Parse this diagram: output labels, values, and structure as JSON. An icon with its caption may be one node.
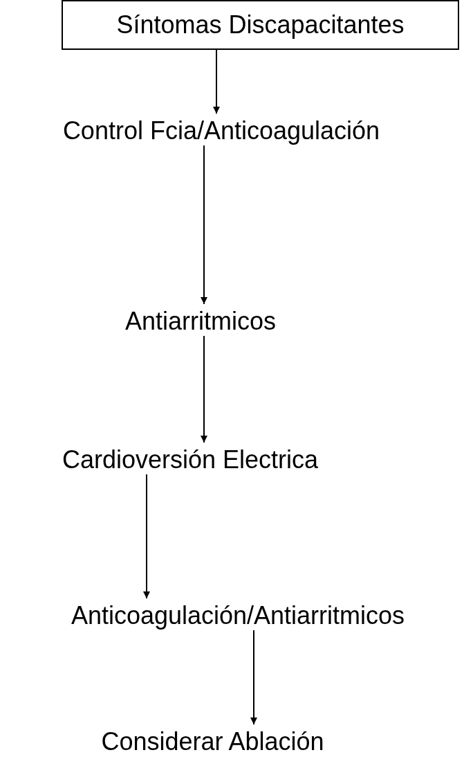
{
  "diagram": {
    "nodes": [
      {
        "text": [
          "Síntomas Discapacitantes"
        ]
      },
      {
        "text": [
          "Control Fcia/Anticoagulación"
        ]
      },
      {
        "text": [
          "Antiarritmicos"
        ]
      },
      {
        "text": [
          "Cardioversión Electrica"
        ]
      },
      {
        "text": [
          "Anticoagulación/Antiarritmicos"
        ]
      },
      {
        "text": [
          "Considerar Ablación"
        ]
      }
    ],
    "edges": [
      {
        "from": 0,
        "to": 1,
        "arrow": "to"
      },
      {
        "from": 1,
        "to": 2,
        "arrow": "to"
      },
      {
        "from": 2,
        "to": 3,
        "arrow": "to"
      },
      {
        "from": 3,
        "to": 4,
        "arrow": "to"
      },
      {
        "from": 4,
        "to": 5,
        "arrow": "to"
      }
    ]
  }
}
